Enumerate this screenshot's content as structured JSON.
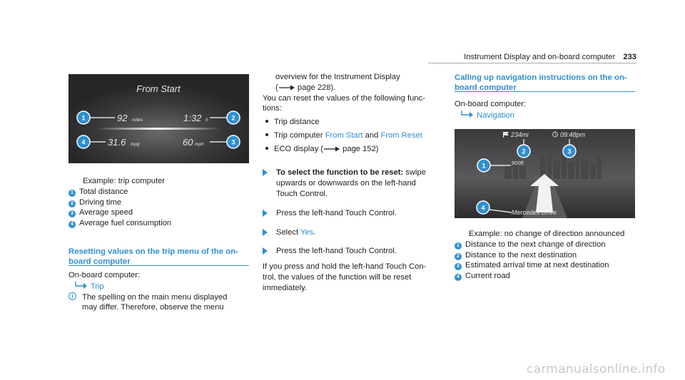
{
  "header": {
    "section_title": "Instrument Display and on-board computer",
    "page_number": "233"
  },
  "dash1": {
    "title": "From Start",
    "distance_value": "92",
    "distance_unit": "miles",
    "time_value": "1:32",
    "time_unit": "h",
    "fuel_value": "31.6",
    "fuel_unit": "mpg",
    "speed_value": "60",
    "speed_unit": "mph",
    "callouts": [
      "1",
      "2",
      "3",
      "4"
    ]
  },
  "legend1": {
    "caption": "Example: trip computer",
    "items": [
      {
        "num": "1",
        "text": "Total distance"
      },
      {
        "num": "2",
        "text": "Driving time"
      },
      {
        "num": "3",
        "text": "Average speed"
      },
      {
        "num": "4",
        "text": "Average fuel consumption"
      }
    ]
  },
  "reset_section": {
    "heading_line1": "Resetting values on the trip menu of the on-",
    "heading_line2": "board computer",
    "onboard_label": "On-board computer:",
    "menu_path": "Trip",
    "note_icon": "info-icon",
    "note_line1": "The spelling on the main menu displayed",
    "note_line2": "may differ. Therefore, observe the menu"
  },
  "middle": {
    "overview_line1": "overview for the Instrument Display",
    "overview_open": "(",
    "overview_page": "page 228).",
    "reset_line1": "You can reset the values of the following func-",
    "reset_line2": "tions:",
    "bullets": {
      "b1": "Trip distance",
      "b2_pre": "Trip computer ",
      "b2_link1": "From Start",
      "b2_mid": " and ",
      "b2_link2": "From Reset",
      "b3_pre": "ECO display (",
      "b3_page": "page 152)"
    },
    "step1_bold": "To select the function to be reset:",
    "step1_line1": " swipe",
    "step1_line2": "upwards or downwards on the left-hand",
    "step1_line3": "Touch Control.",
    "step2": "Press the left-hand Touch Control.",
    "step3_pre": "Select ",
    "step3_link": "Yes",
    "step3_post": ".",
    "step4": "Press the left-hand Touch Control.",
    "hold_line1": "If you press and hold the left-hand Touch Con-",
    "hold_line2": "trol, the values of the function will be reset",
    "hold_line3": "immediately."
  },
  "nav_section": {
    "heading_line1": "Calling up navigation instructions on the on-",
    "heading_line2": "board computer",
    "onboard_label": "On-board computer:",
    "menu_path": "Navigation"
  },
  "dash2": {
    "dest_distance": "234mi",
    "arrival_time": "09:48pm",
    "turn_distance": "900ft",
    "road": "Mercedes Drive",
    "callouts": [
      "1",
      "2",
      "3",
      "4"
    ]
  },
  "legend2": {
    "caption": "Example: no change of direction announced",
    "items": [
      {
        "num": "1",
        "text": "Distance to the next change of direction"
      },
      {
        "num": "2",
        "text": "Distance to the next destination"
      },
      {
        "num": "3",
        "text": "Estimated arrival time at next destination"
      },
      {
        "num": "4",
        "text": "Current road"
      }
    ]
  },
  "footer": {
    "watermark": "carmanualsonline.info"
  },
  "colors": {
    "accent": "#2f8fcf",
    "panel": "#2b2b2d"
  }
}
